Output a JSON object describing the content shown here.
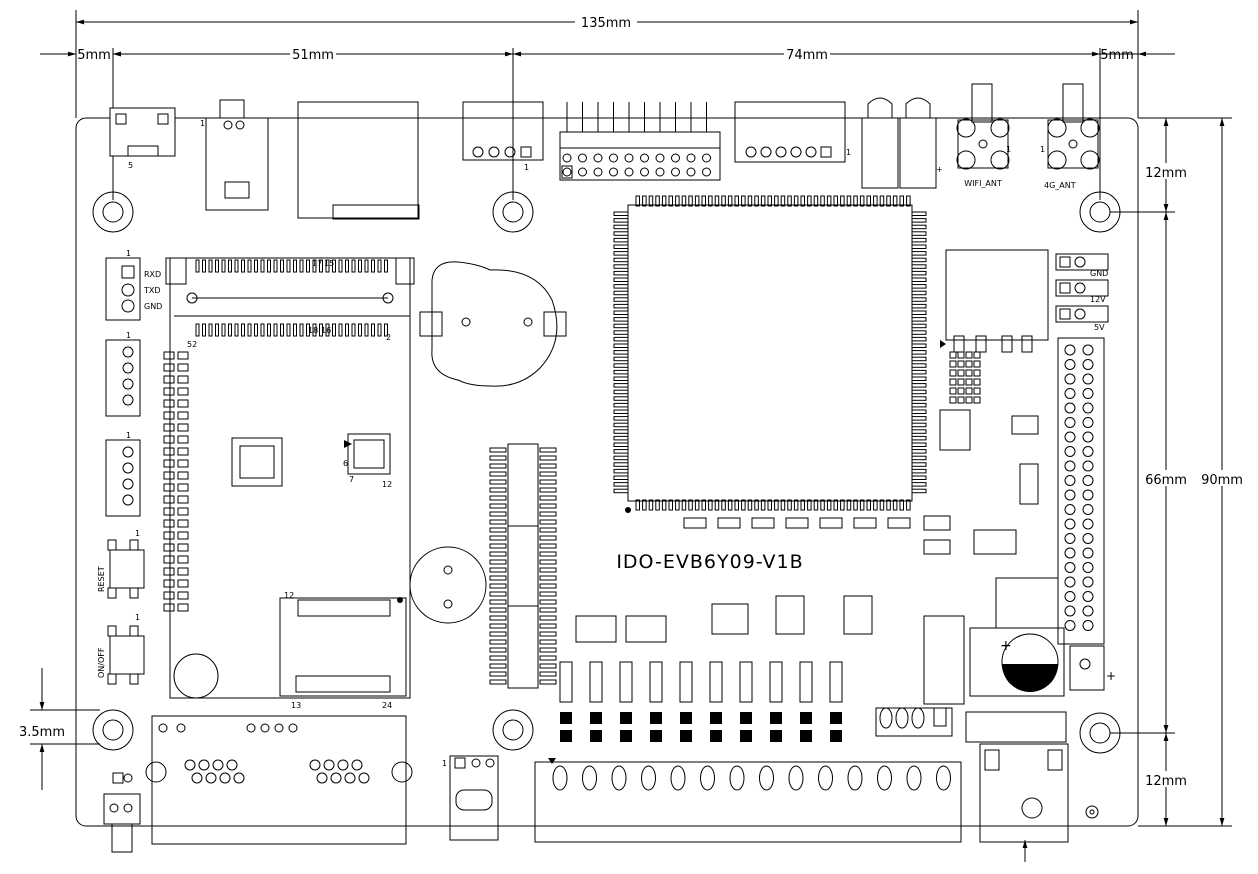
{
  "board": {
    "name": "IDO-EVB6Y09-V1B",
    "width_label": "135mm",
    "height_label": "90mm"
  },
  "dimensions": {
    "top_total": "135mm",
    "left_margin": "5mm",
    "hole_spacing_left": "51mm",
    "hole_spacing_right": "74mm",
    "right_margin": "5mm",
    "right_top": "12mm",
    "right_mid": "66mm",
    "right_total": "90mm",
    "right_bottom": "12mm",
    "left_hole_offset": "3.5mm"
  },
  "labels": {
    "uart_rxd": "RXD",
    "uart_txd": "TXD",
    "uart_gnd": "GND",
    "reset": "RESET",
    "onoff": "ON/OFF",
    "wifi_ant": "WIFI_ANT",
    "g4_ant": "4G_ANT",
    "pwr_gnd": "GND",
    "pwr_12v": "12V",
    "pwr_5v": "5V",
    "pin_1": "1",
    "pin_5": "5",
    "pin_12": "12",
    "pin_13": "13",
    "pin_24": "24",
    "pin_15": "15",
    "pin_17": "17",
    "pin_16": "16",
    "pin_18": "18",
    "pin_2": "2",
    "pin_52": "52",
    "pin_6": "6",
    "pin_7": "7",
    "plus": "+"
  }
}
